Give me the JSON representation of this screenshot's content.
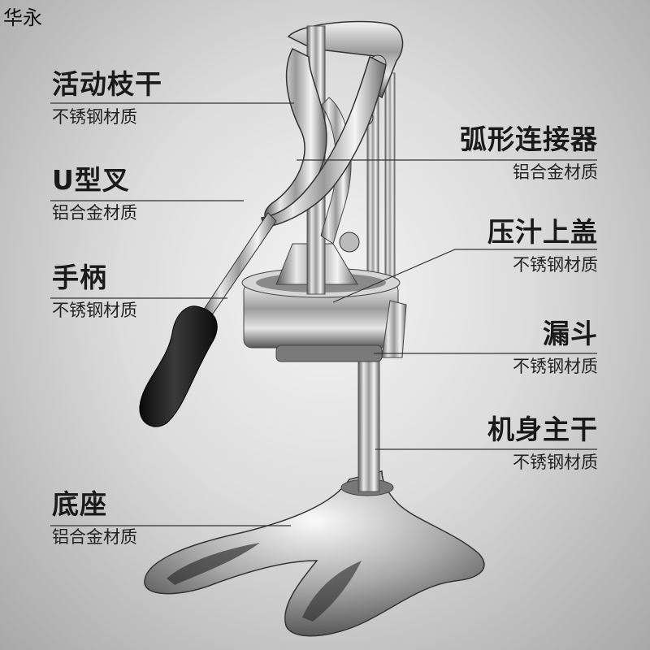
{
  "watermark": "华永",
  "labels": [
    {
      "id": "movable-arm",
      "name": "活动枝干",
      "material": "不锈钢材质",
      "side": "left"
    },
    {
      "id": "u-fork",
      "name": "U型叉",
      "material": "铝合金材质",
      "side": "left"
    },
    {
      "id": "handle",
      "name": "手柄",
      "material": "不锈钢材质",
      "side": "left"
    },
    {
      "id": "base",
      "name": "底座",
      "material": "铝合金材质",
      "side": "left"
    },
    {
      "id": "arc-connector",
      "name": "弧形连接器",
      "material": "铝合金材质",
      "side": "right"
    },
    {
      "id": "press-cover",
      "name": "压汁上盖",
      "material": "不锈钢材质",
      "side": "right"
    },
    {
      "id": "funnel",
      "name": "漏斗",
      "material": "不锈钢材质",
      "side": "right"
    },
    {
      "id": "main-column",
      "name": "机身主干",
      "material": "不锈钢材质",
      "side": "right"
    }
  ],
  "colors": {
    "text": "#1a1a1a",
    "leader": "#333333",
    "rubber": "#1b1b1b"
  }
}
